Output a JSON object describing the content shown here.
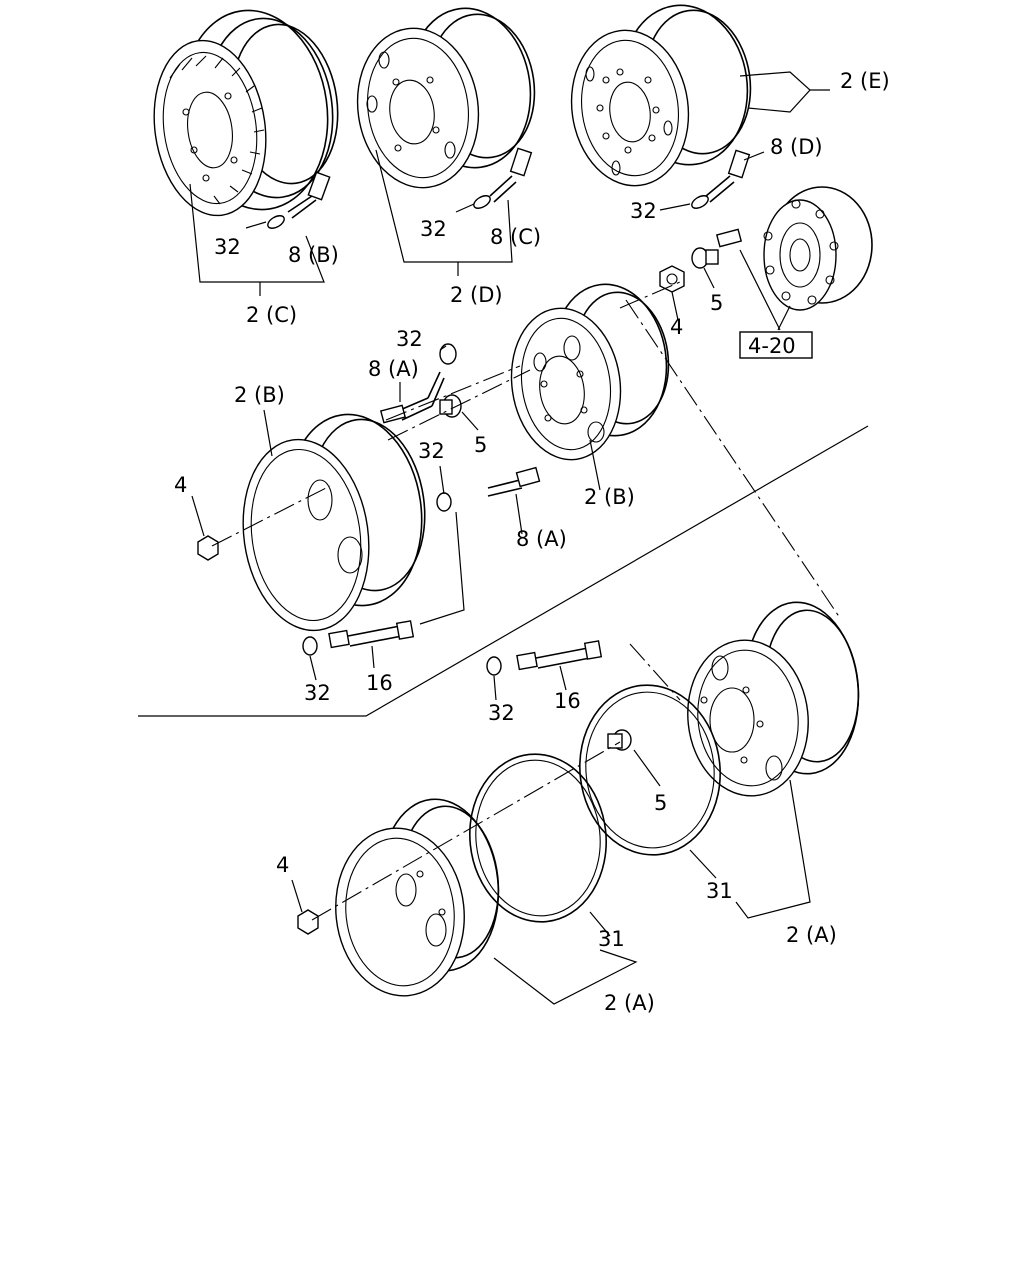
{
  "callouts": {
    "wheel_2C": "2 (C)",
    "valve_8B": "8 (B)",
    "cap_32_c": "32",
    "wheel_2D": "2 (D)",
    "valve_8C": "8 (C)",
    "cap_32_d": "32",
    "wheel_2E": "2 (E)",
    "valve_8D": "8 (D)",
    "cap_32_e": "32",
    "nut_4_top": "4",
    "valve_5_top": "5",
    "ref_4_20": "4-20",
    "cap_32_b_top": "32",
    "valve_8A_top": "8 (A)",
    "wheel_2B_left": "2 (B)",
    "valve_5_mid": "5",
    "cap_32_b_mid": "32",
    "wheel_2B_right": "2 (B)",
    "nut_4_left": "4",
    "valve_8A_bottom": "8 (A)",
    "cap_32_left": "32",
    "ext_16_left": "16",
    "cap_32_right": "32",
    "ext_16_right": "16",
    "valve_5_low": "5",
    "ring_31_right": "31",
    "wheel_2A_right": "2 (A)",
    "nut_4_bottom": "4",
    "ring_31_left": "31",
    "wheel_2A_bottom": "2 (A)"
  }
}
